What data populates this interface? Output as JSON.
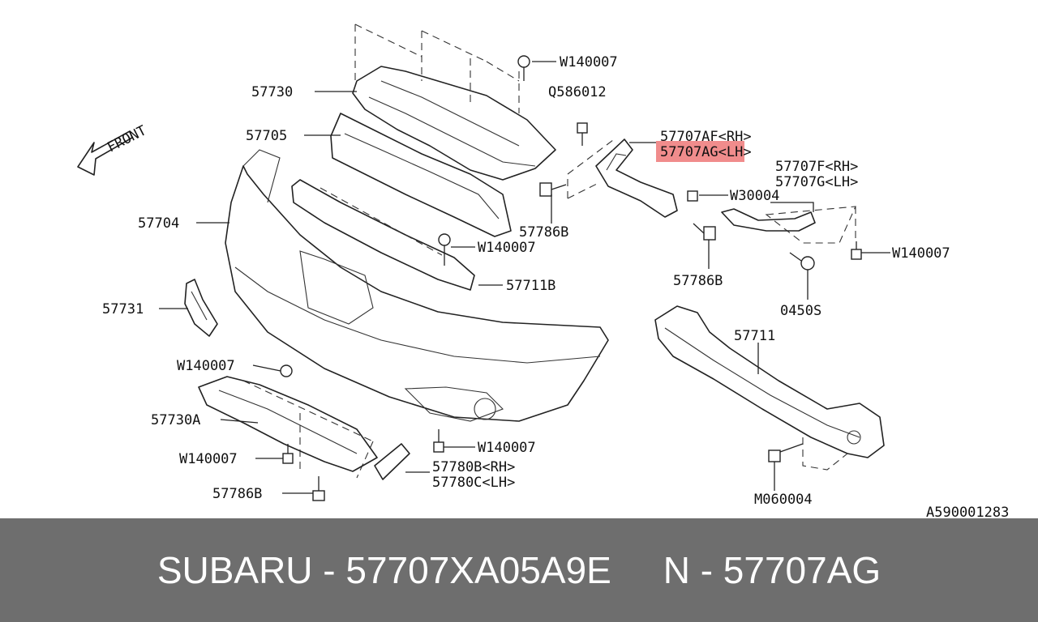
{
  "diagram": {
    "highlight_color": "#f08c8c",
    "labels": {
      "front": "FRONT",
      "p57730": "57730",
      "p57705": "57705",
      "p57704": "57704",
      "p57731": "57731",
      "w140007_top": "W140007",
      "q586012": "Q586012",
      "p57707af": "57707AF<RH>",
      "p57707ag": "57707AG<LH>",
      "p57707f": "57707F<RH>",
      "p57707g": "57707G<LH>",
      "w30004": "W30004",
      "p57786b_mid": "57786B",
      "w140007_mid": "W140007",
      "p57711b": "57711B",
      "p57786b_right": "57786B",
      "w140007_right": "W140007",
      "s0450": "0450S",
      "p57711": "57711",
      "w140007_lowleft": "W140007",
      "p57730a": "57730A",
      "w140007_lowmid": "W140007",
      "w140007_bottomleft": "W140007",
      "p57780b": "57780B<RH>",
      "p57780c": "57780C<LH>",
      "p57786b_bottom": "57786B",
      "m060004": "M060004",
      "diagram_code": "A590001283"
    }
  },
  "footer": {
    "text": "SUBARU - 57707XA05A9E     N - 57707AG"
  }
}
